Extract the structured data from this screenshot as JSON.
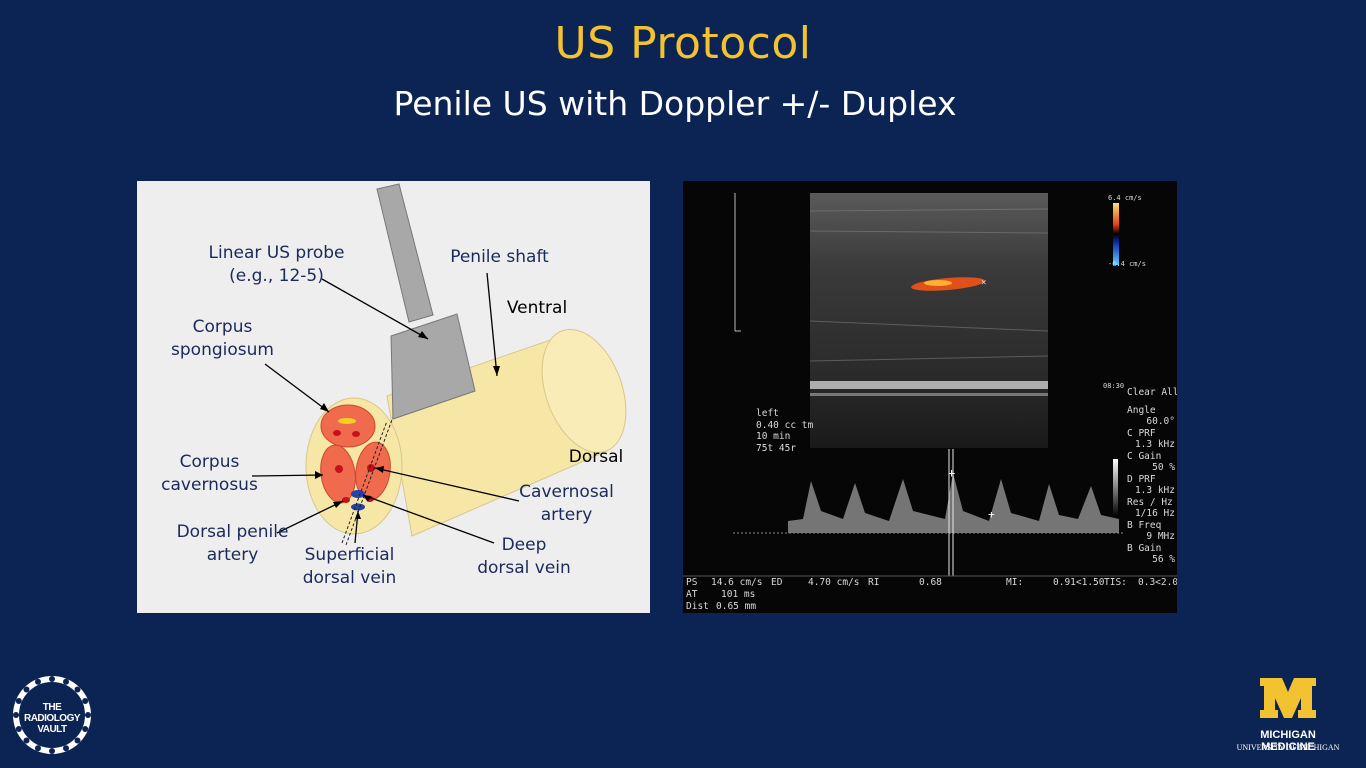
{
  "slide": {
    "title": "US Protocol",
    "subtitle": "Penile US with Doppler +/- Duplex"
  },
  "diagram": {
    "labels": {
      "probe": "Linear US probe\n(e.g., 12-5)",
      "shaft": "Penile shaft",
      "ventral": "Ventral",
      "spongiosum": "Corpus\nspongiosum",
      "cavernosus": "Corpus\ncavernosus",
      "dorsal": "Dorsal",
      "cavernosal_artery": "Cavernosal\nartery",
      "dorsal_penile_artery": "Dorsal penile\nartery",
      "superficial_dorsal_vein": "Superficial\ndorsal vein",
      "deep_dorsal_vein": "Deep\ndorsal vein"
    },
    "colors": {
      "shaft": "#f7e7a6",
      "corpora": "#f06a4e",
      "vessel_red": "#e01818",
      "vein_blue": "#2244aa",
      "probe": "#a9a9a9"
    }
  },
  "ultrasound": {
    "scale_top": "6.4 cm/s",
    "scale_bottom": "-6.4 cm/s",
    "side_settings": [
      "Clear All",
      "",
      "Angle",
      "60.0°",
      "C PRF",
      "1.3 kHz",
      "C Gain",
      "50 %",
      "D PRF",
      "1.3 kHz",
      "Res / Hz",
      "1/16 Hz",
      "B Freq",
      "9 MHz",
      "B Gain",
      "56 %"
    ],
    "info": [
      "left",
      "0.40 cc tm",
      "10 min",
      "75t 45r"
    ],
    "measure_row1": {
      "ps_label": "PS",
      "ps": "14.6 cm/s",
      "ed_label": "ED",
      "ed": "4.70 cm/s",
      "ri_label": "RI",
      "ri": "0.68",
      "mi_label": "MI:",
      "mi": "0.91<1.50",
      "tis_label": "TIS:",
      "tis": "0.3<2.0"
    },
    "measure_row2": {
      "at_label": "AT",
      "at": "101 ms"
    },
    "measure_row3": {
      "dist_label": "Dist",
      "dist": "0.65 mm"
    },
    "clock": "08:30"
  },
  "logos": {
    "left": "THE\nRADIOLOGY\nVAULT",
    "right_main": "MICHIGAN MEDICINE",
    "right_sub": "UNIVERSITY OF MICHIGAN"
  }
}
